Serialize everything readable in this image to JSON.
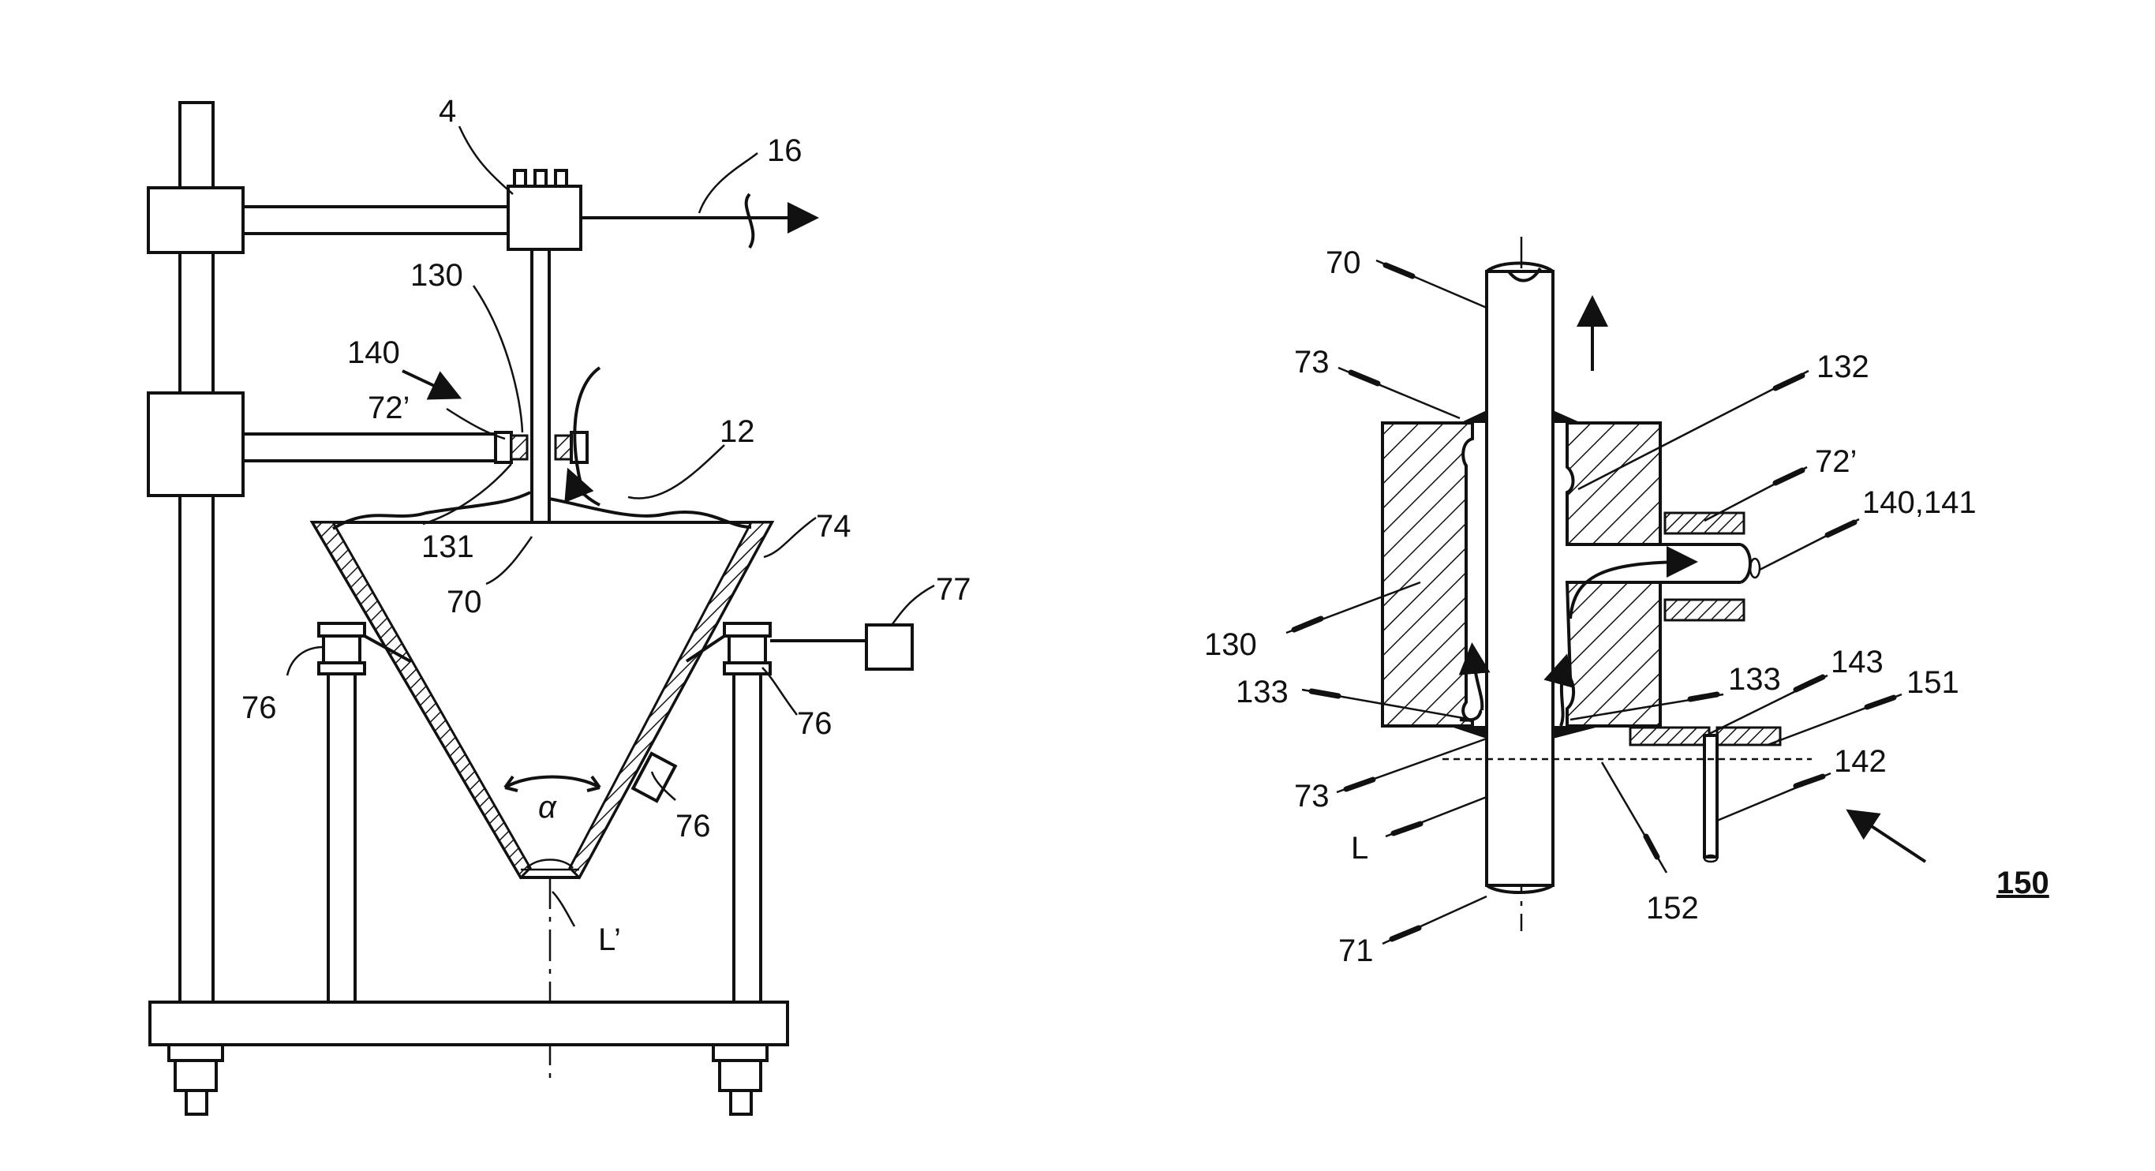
{
  "figure_left": {
    "labels": {
      "l4": "4",
      "l16": "16",
      "l130": "130",
      "l140": "140",
      "l72p": "72’",
      "l12": "12",
      "l131": "131",
      "l74": "74",
      "l70": "70",
      "l77": "77",
      "l76a": "76",
      "l76b": "76",
      "l76c": "76",
      "lalpha": "α",
      "lLp": "L’"
    }
  },
  "figure_right": {
    "labels": {
      "l70": "70",
      "l73a": "73",
      "l132": "132",
      "l72p": "72’",
      "l140_141": "140,141",
      "l130": "130",
      "l133a": "133",
      "l133b": "133",
      "l143": "143",
      "l151": "151",
      "l73b": "73",
      "l142": "142",
      "lL": "L",
      "l152": "152",
      "l150": "150",
      "l71": "71"
    }
  }
}
